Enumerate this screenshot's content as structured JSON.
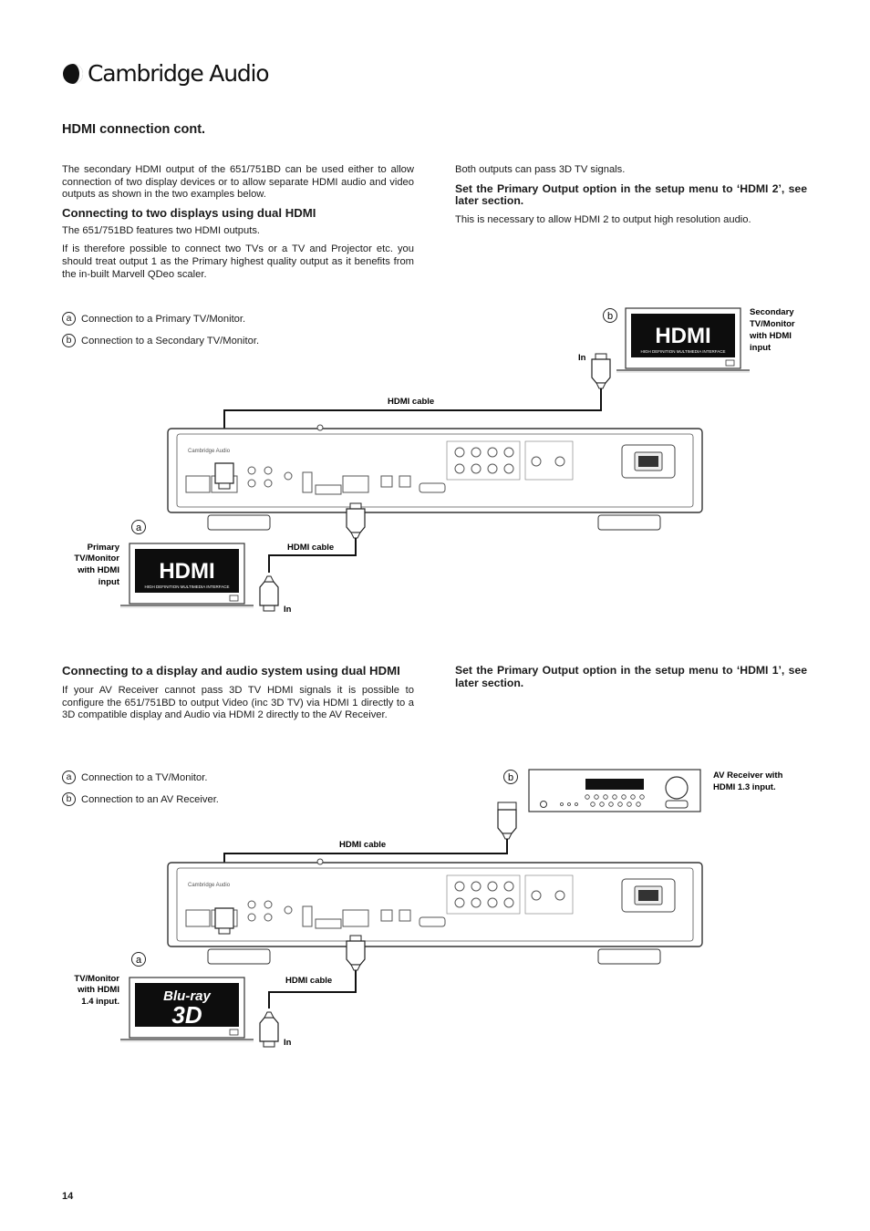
{
  "brand": {
    "name": "Cambridge Audio"
  },
  "section_title": "HDMI connection cont.",
  "section1": {
    "intro": "The secondary HDMI output of the 651/751BD can be used either to allow connection of two display devices or to allow separate HDMI audio and video outputs as shown in the two examples below.",
    "heading": "Connecting to two displays using dual HDMI",
    "p1": "The 651/751BD features two HDMI outputs.",
    "p2": "If is therefore possible to connect two TVs or a TV and Projector etc. you should treat output 1 as the Primary highest quality output as it benefits from the in-built Marvell QDeo scaler.",
    "right_p1": "Both outputs can pass 3D TV signals.",
    "right_bold": "Set the Primary Output option in the setup menu to ‘HDMI 2’, see later section.",
    "right_p2": "This is necessary to allow HDMI 2 to output high resolution audio.",
    "legend_a": "Connection to a Primary TV/Monitor.",
    "legend_b": "Connection to a Secondary TV/Monitor."
  },
  "diagram1": {
    "marker_a": "a",
    "marker_b": "b",
    "secondary_label": [
      "Secondary",
      "TV/Monitor",
      "with HDMI",
      "input"
    ],
    "primary_label": [
      "Primary",
      "TV/Monitor",
      "with HDMI",
      "input"
    ],
    "in_top": "In",
    "in_bottom": "In",
    "cable_top": "HDMI cable",
    "cable_bottom": "HDMI cable",
    "screen_logo": "HDMI",
    "screen_tagline": "HIGH DEFINITION MULTIMEDIA INTERFACE"
  },
  "section2": {
    "heading": "Connecting to a display and audio system using dual HDMI",
    "p1": "If your AV Receiver cannot pass 3D TV HDMI signals it is possible to configure the 651/751BD to output Video (inc 3D TV) via HDMI 1 directly to a 3D compatible display and Audio via HDMI 2 directly to the AV Receiver.",
    "right_bold": "Set the Primary Output option in the setup menu to ‘HDMI 1’, see later section.",
    "legend_a": "Connection to a TV/Monitor.",
    "legend_b": "Connection to an AV Receiver."
  },
  "diagram2": {
    "marker_a": "a",
    "marker_b": "b",
    "receiver_label": [
      "AV Receiver with",
      "HDMI 1.3 input."
    ],
    "tv_label": [
      "TV/Monitor",
      "with HDMI",
      "1.4 input."
    ],
    "in_bottom": "In",
    "cable_top": "HDMI cable",
    "cable_bottom": "HDMI cable",
    "screen_logo_1": "Blu-ray",
    "screen_logo_2": "3D"
  },
  "page_number": "14"
}
